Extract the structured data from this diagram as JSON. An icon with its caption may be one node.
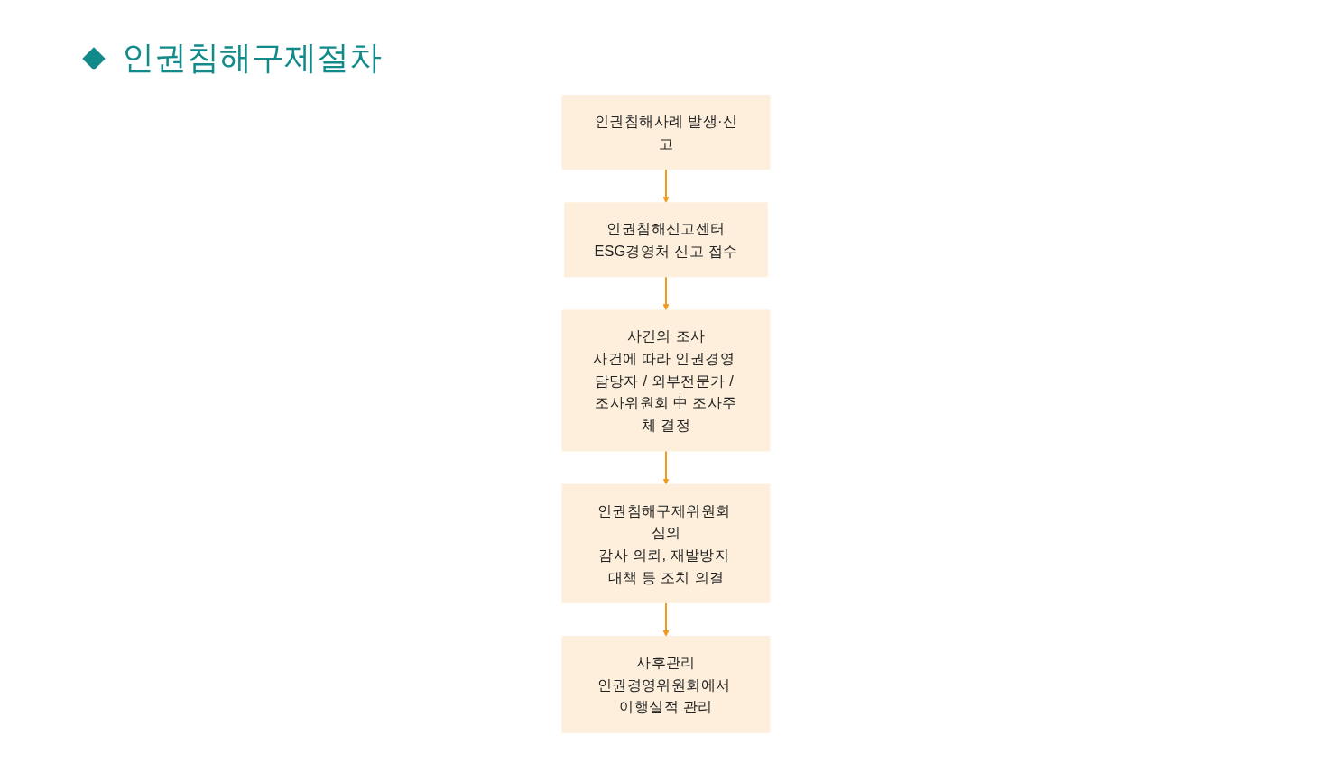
{
  "diagram": {
    "title": "인권침해구제절차",
    "nodes": [
      {
        "text": [
          "인권침해사례 발생·신고"
        ]
      },
      {
        "text": [
          "인권침해신고센터",
          "ESG경영처 신고 접수"
        ]
      },
      {
        "text": [
          "사건의 조사",
          "사건에 따라 인권경영 담당자 / 외부전문가 / 조사위원회 中 조사주체 결정"
        ]
      },
      {
        "text": [
          "인권침해구제위원회 심의",
          "감사 의뢰, 재발방지 대책 등 조치 의결"
        ]
      },
      {
        "text": [
          "사후관리",
          "인권경영위원회에서 이행실적 관리"
        ]
      }
    ],
    "edges": [
      {
        "from": 0,
        "to": 1,
        "arrow": "to"
      },
      {
        "from": 1,
        "to": 2,
        "arrow": "to"
      },
      {
        "from": 2,
        "to": 3,
        "arrow": "to"
      },
      {
        "from": 3,
        "to": 4,
        "arrow": "to"
      }
    ]
  }
}
